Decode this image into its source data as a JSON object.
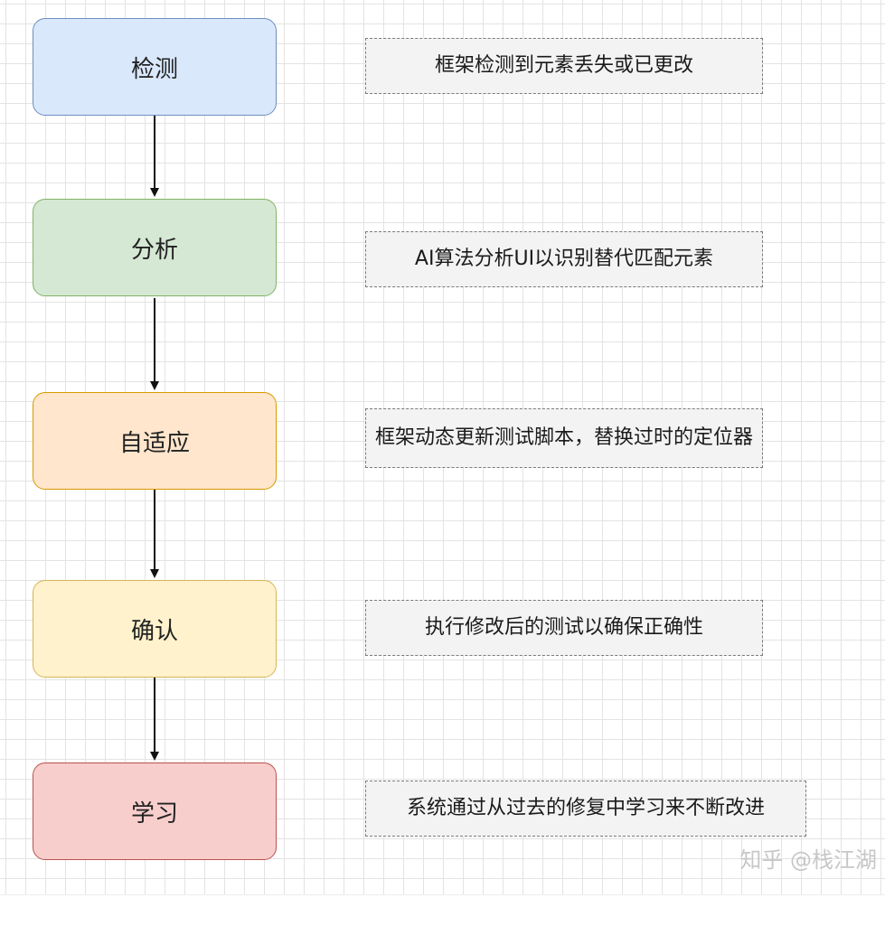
{
  "steps": [
    {
      "label": "检测",
      "fill": "#dae8fc",
      "stroke": "#6c8ebf"
    },
    {
      "label": "分析",
      "fill": "#d5e8d4",
      "stroke": "#82b366"
    },
    {
      "label": "自适应",
      "fill": "#ffe6cc",
      "stroke": "#d79b00"
    },
    {
      "label": "确认",
      "fill": "#fff2cc",
      "stroke": "#d6b656"
    },
    {
      "label": "学习",
      "fill": "#f8cecc",
      "stroke": "#b85450"
    }
  ],
  "notes": [
    "框架检测到元素丢失或已更改",
    "AI算法分析UI以识别替代匹配元素",
    "框架动态更新测试脚本，替换过时的定位器",
    "执行修改后的测试以确保正确性",
    "系统通过从过去的修复中学习来不断改进"
  ],
  "watermark": "知乎 @栈江湖"
}
